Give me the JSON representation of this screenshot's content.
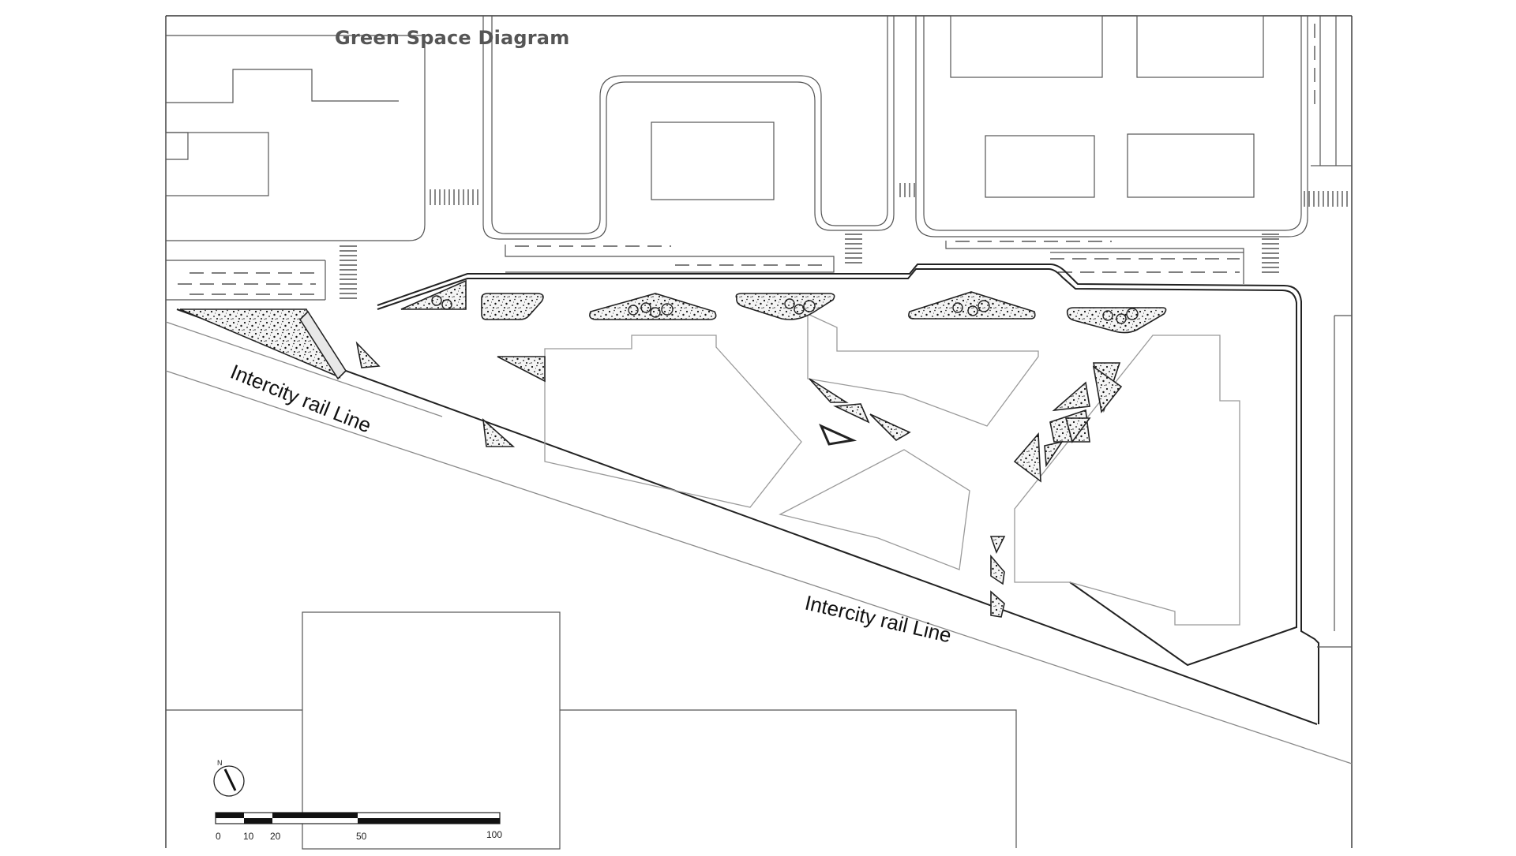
{
  "diagram": {
    "title": "Green Space Diagram",
    "rail_labels": [
      "Intercity rail Line",
      "Intercity rail Line"
    ],
    "north_label": "N",
    "scale_bar": {
      "labels": [
        "0",
        "10",
        "20",
        "50",
        "100"
      ]
    },
    "colors": {
      "line_dark": "#222222",
      "line_grey": "#8a8a8a",
      "planter_fill": "#f2f2f2",
      "title": "#555555"
    }
  }
}
